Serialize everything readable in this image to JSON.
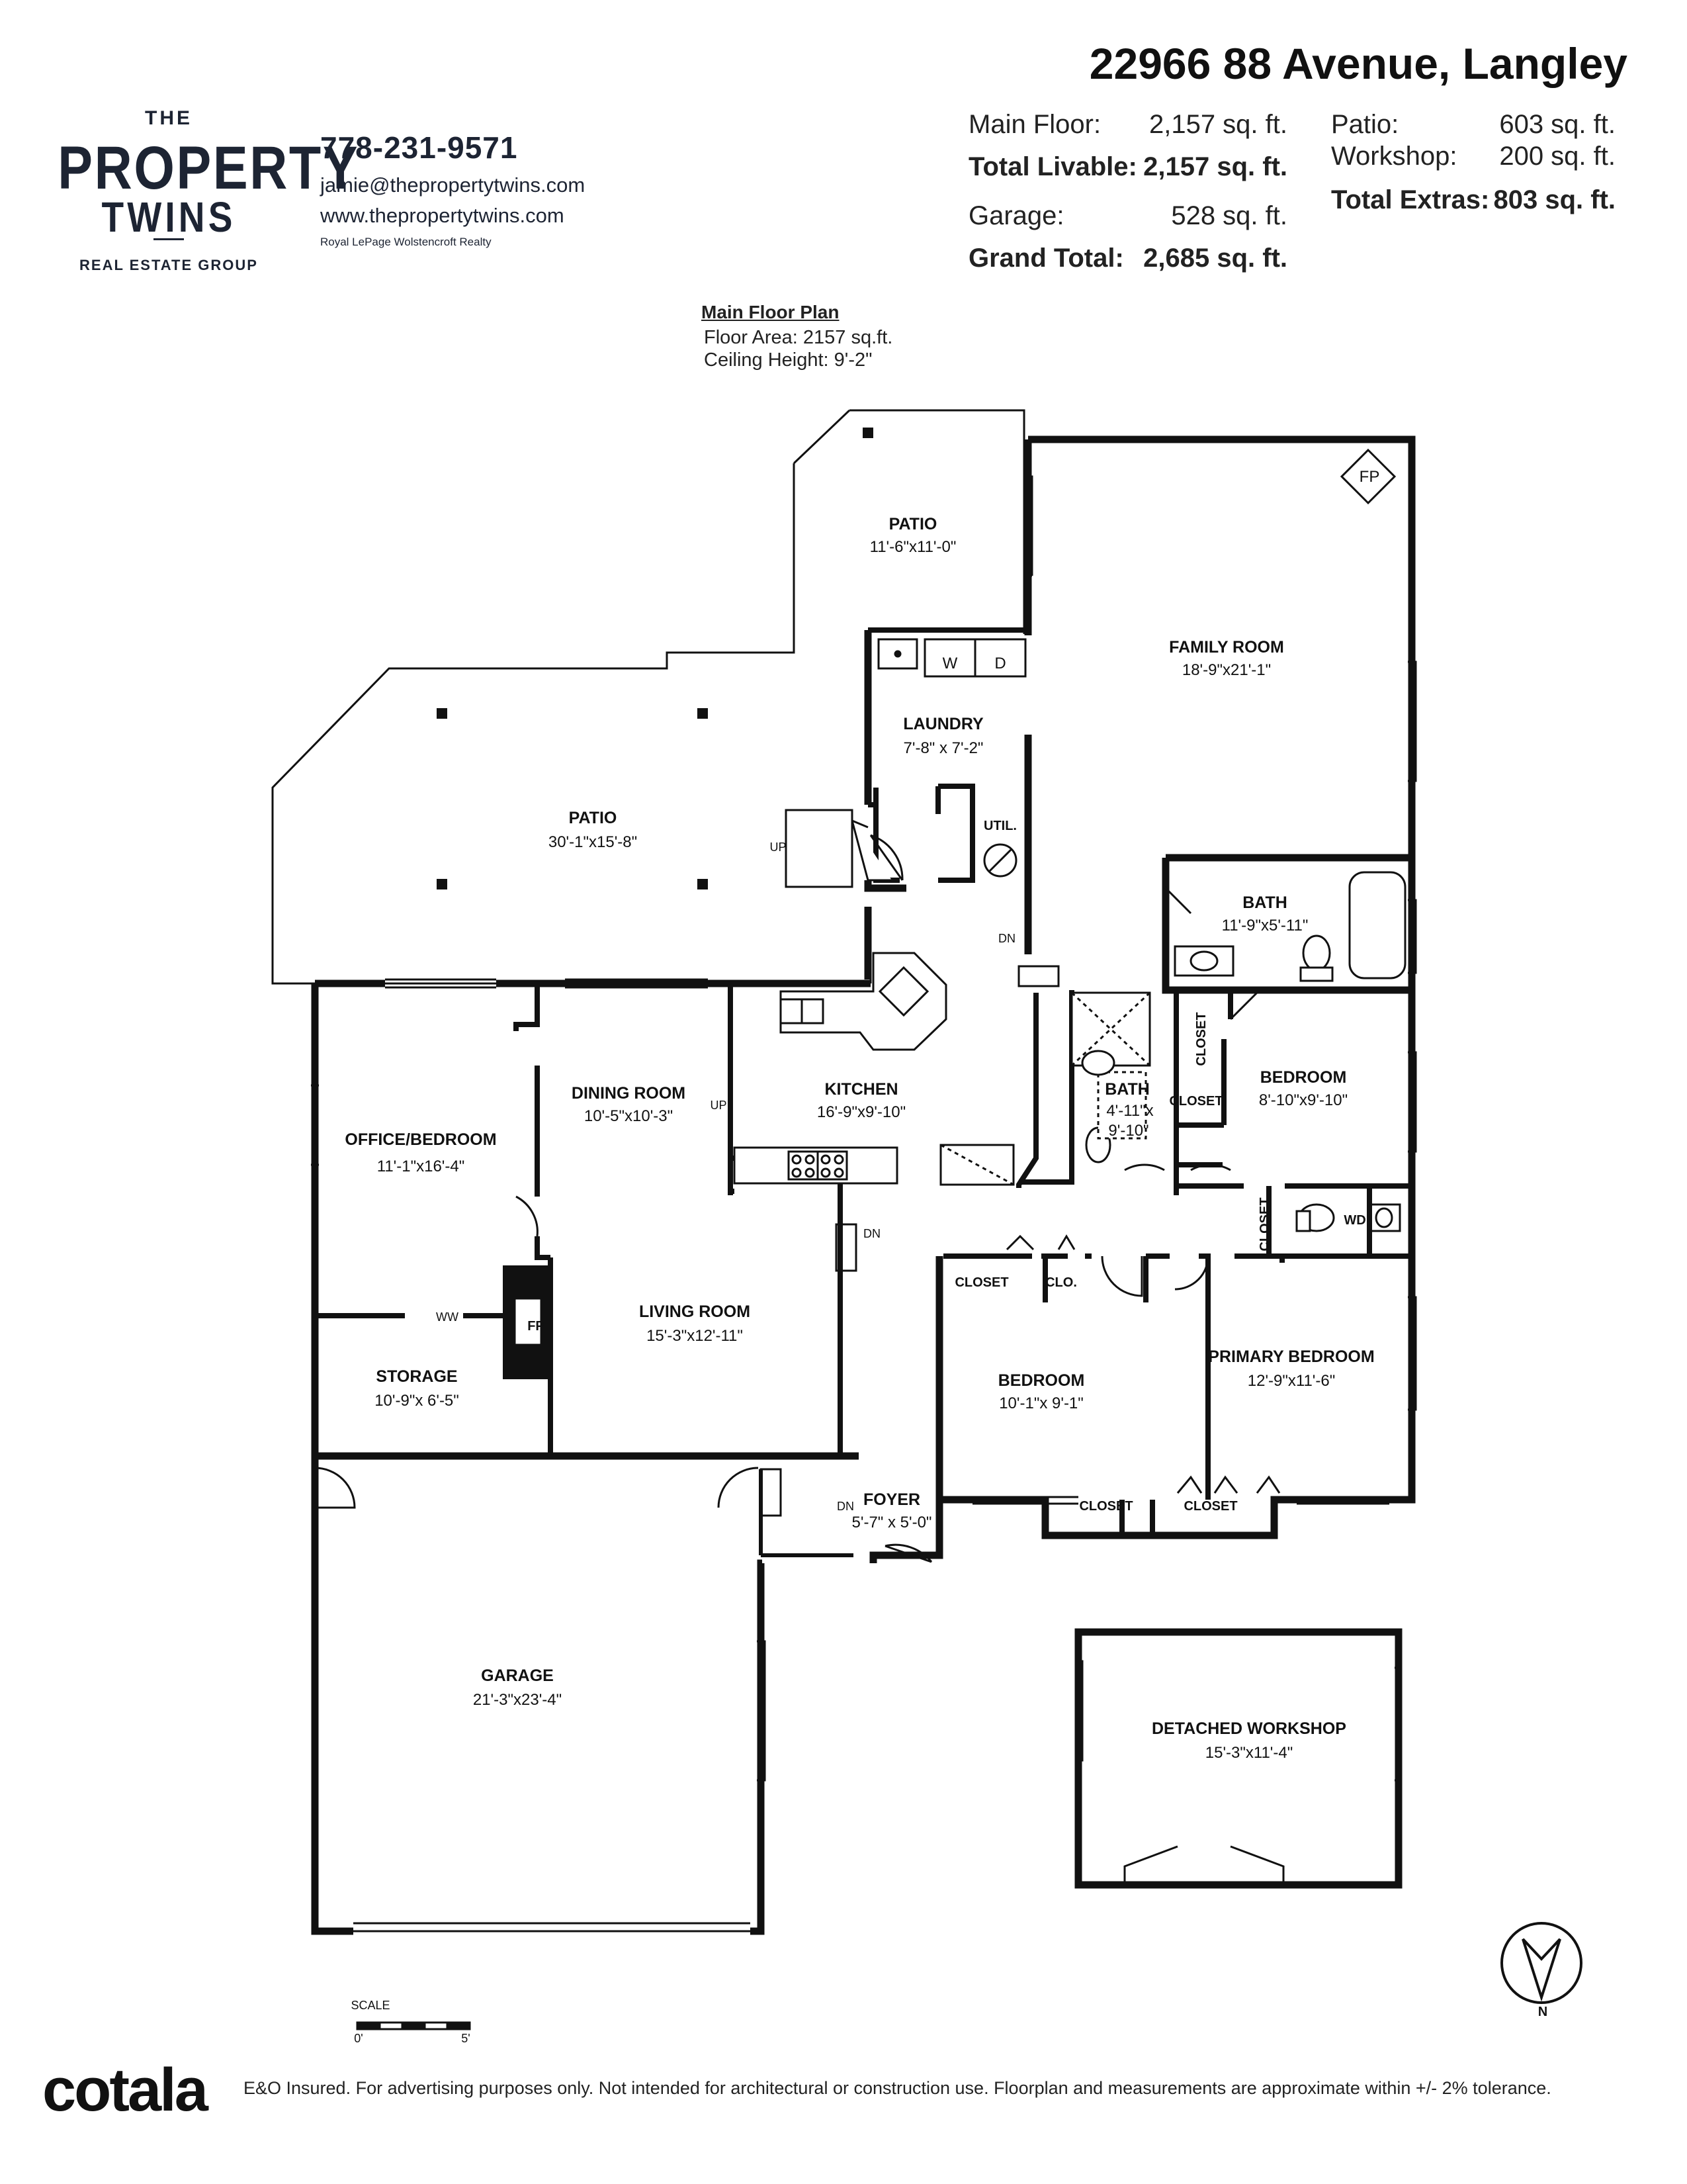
{
  "brand": {
    "the": "THE",
    "line1": "PROPERTY",
    "line2": "TWINS",
    "tagline": "REAL ESTATE GROUP",
    "phone": "778-231-9571",
    "email": "jamie@thepropertytwins.com",
    "website": "www.thepropertytwins.com",
    "brokerage": "Royal LePage Wolstencroft Realty"
  },
  "address": "22966 88 Avenue, Langley",
  "areas": {
    "main_floor_label": "Main Floor:",
    "main_floor_value": "2,157 sq. ft.",
    "total_livable_label": "Total Livable:",
    "total_livable_value": "2,157 sq. ft.",
    "garage_label": "Garage:",
    "garage_value": "528 sq. ft.",
    "grand_total_label": "Grand Total:",
    "grand_total_value": "2,685 sq. ft.",
    "patio_label": "Patio:",
    "patio_value": "603 sq. ft.",
    "workshop_label": "Workshop:",
    "workshop_value": "200 sq. ft.",
    "total_extras_label": "Total Extras:",
    "total_extras_value": "803 sq. ft."
  },
  "plan": {
    "heading": "Main Floor Plan",
    "floor_area": "Floor Area: 2157 sq.ft.",
    "ceiling_height": "Ceiling Height: 9'-2\""
  },
  "rooms": {
    "patio_top": {
      "name": "PATIO",
      "dims": "11'-6\"x11'-0\""
    },
    "patio_main": {
      "name": "PATIO",
      "dims": "30'-1\"x15'-8\""
    },
    "family_room": {
      "name": "FAMILY ROOM",
      "dims": "18'-9\"x21'-1\""
    },
    "laundry": {
      "name": "LAUNDRY",
      "dims": "7'-8\" x 7'-2\""
    },
    "util": {
      "name": "UTIL."
    },
    "bath_upper": {
      "name": "BATH",
      "dims": "11'-9\"x5'-11\""
    },
    "bedroom_right": {
      "name": "BEDROOM",
      "dims": "8'-10\"x9'-10\""
    },
    "bath_mid": {
      "name": "BATH",
      "dims1": "4'-11\"x",
      "dims2": "9'-10\""
    },
    "kitchen": {
      "name": "KITCHEN",
      "dims": "16'-9\"x9'-10\""
    },
    "dining_room": {
      "name": "DINING ROOM",
      "dims": "10'-5\"x10'-3\""
    },
    "office": {
      "name": "OFFICE/BEDROOM",
      "dims": "11'-1\"x16'-4\""
    },
    "living_room": {
      "name": "LIVING ROOM",
      "dims": "15'-3\"x12'-11\""
    },
    "storage": {
      "name": "STORAGE",
      "dims": "10'-9\"x 6'-5\""
    },
    "bedroom_lower": {
      "name": "BEDROOM",
      "dims": "10'-1\"x 9'-1\""
    },
    "primary_bedroom": {
      "name": "PRIMARY BEDROOM",
      "dims": "12'-9\"x11'-6\""
    },
    "foyer": {
      "name": "FOYER",
      "dims": "5'-7\" x 5'-0\""
    },
    "garage": {
      "name": "GARAGE",
      "dims": "21'-3\"x23'-4\""
    },
    "workshop": {
      "name": "DETACHED WORKSHOP",
      "dims": "15'-3\"x11'-4\""
    }
  },
  "labels": {
    "closet": "CLOSET",
    "clo": "CLO.",
    "fp": "FP",
    "washer": "W",
    "dryer": "D",
    "wd": "WD",
    "up": "UP",
    "dn": "DN",
    "ww": "WW"
  },
  "scale": {
    "label": "SCALE",
    "zero": "0'",
    "five": "5'"
  },
  "compass": {
    "north": "N"
  },
  "footer": {
    "logo": "cotala",
    "disclaimer": "E&O Insured. For advertising purposes only. Not intended for architectural or construction use. Floorplan and measurements are approximate within +/- 2% tolerance."
  }
}
